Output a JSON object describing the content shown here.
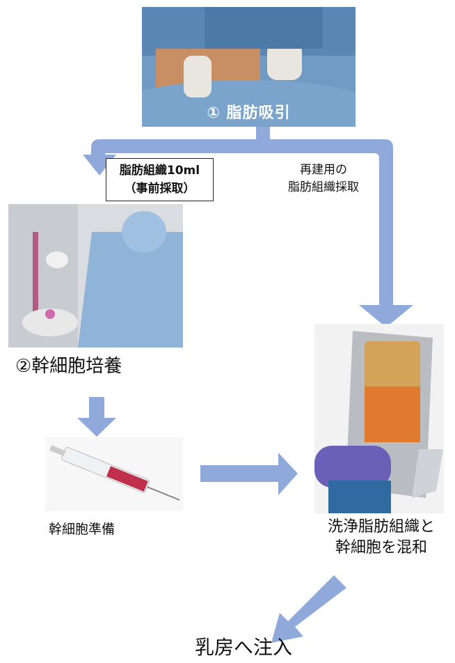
{
  "steps": {
    "liposuction": "① 脂肪吸引",
    "culture": "②幹細胞培養",
    "prep": "幹細胞準備",
    "mix_line1": "洗浄脂肪組織と",
    "mix_line2": "幹細胞を混和",
    "inject": "乳房へ注入"
  },
  "branch_left": {
    "line1": "脂肪組織10ml",
    "line2": "（事前採取）"
  },
  "branch_right": {
    "line1": "再建用の",
    "line2": "脂肪組織採取"
  },
  "colors": {
    "arrow": "#8fa9db",
    "gown": "#8fb4d8",
    "tissue": "#e07a2e"
  }
}
